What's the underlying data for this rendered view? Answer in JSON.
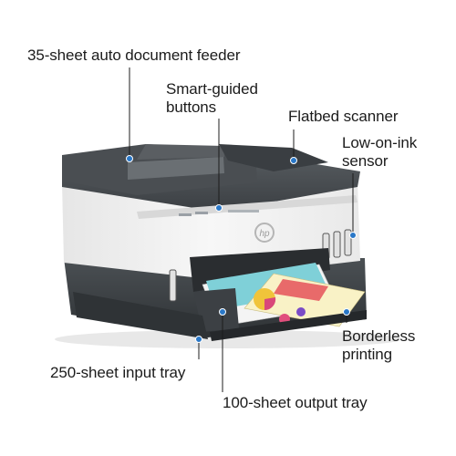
{
  "callouts": {
    "adf": "35-sheet auto document feeder",
    "buttons": "Smart-guided\nbuttons",
    "flatbed": "Flatbed scanner",
    "ink_sensor": "Low-on-ink\nsensor",
    "borderless": "Borderless\nprinting",
    "input_tray": "250-sheet input tray",
    "output_tray": "100-sheet output tray"
  },
  "colors": {
    "callout_dot": "#2a78c8",
    "body_white": "#f3f3f3",
    "body_dark": "#3e4347",
    "text": "#1c1c1c"
  },
  "printer_brand_logo": "hp"
}
